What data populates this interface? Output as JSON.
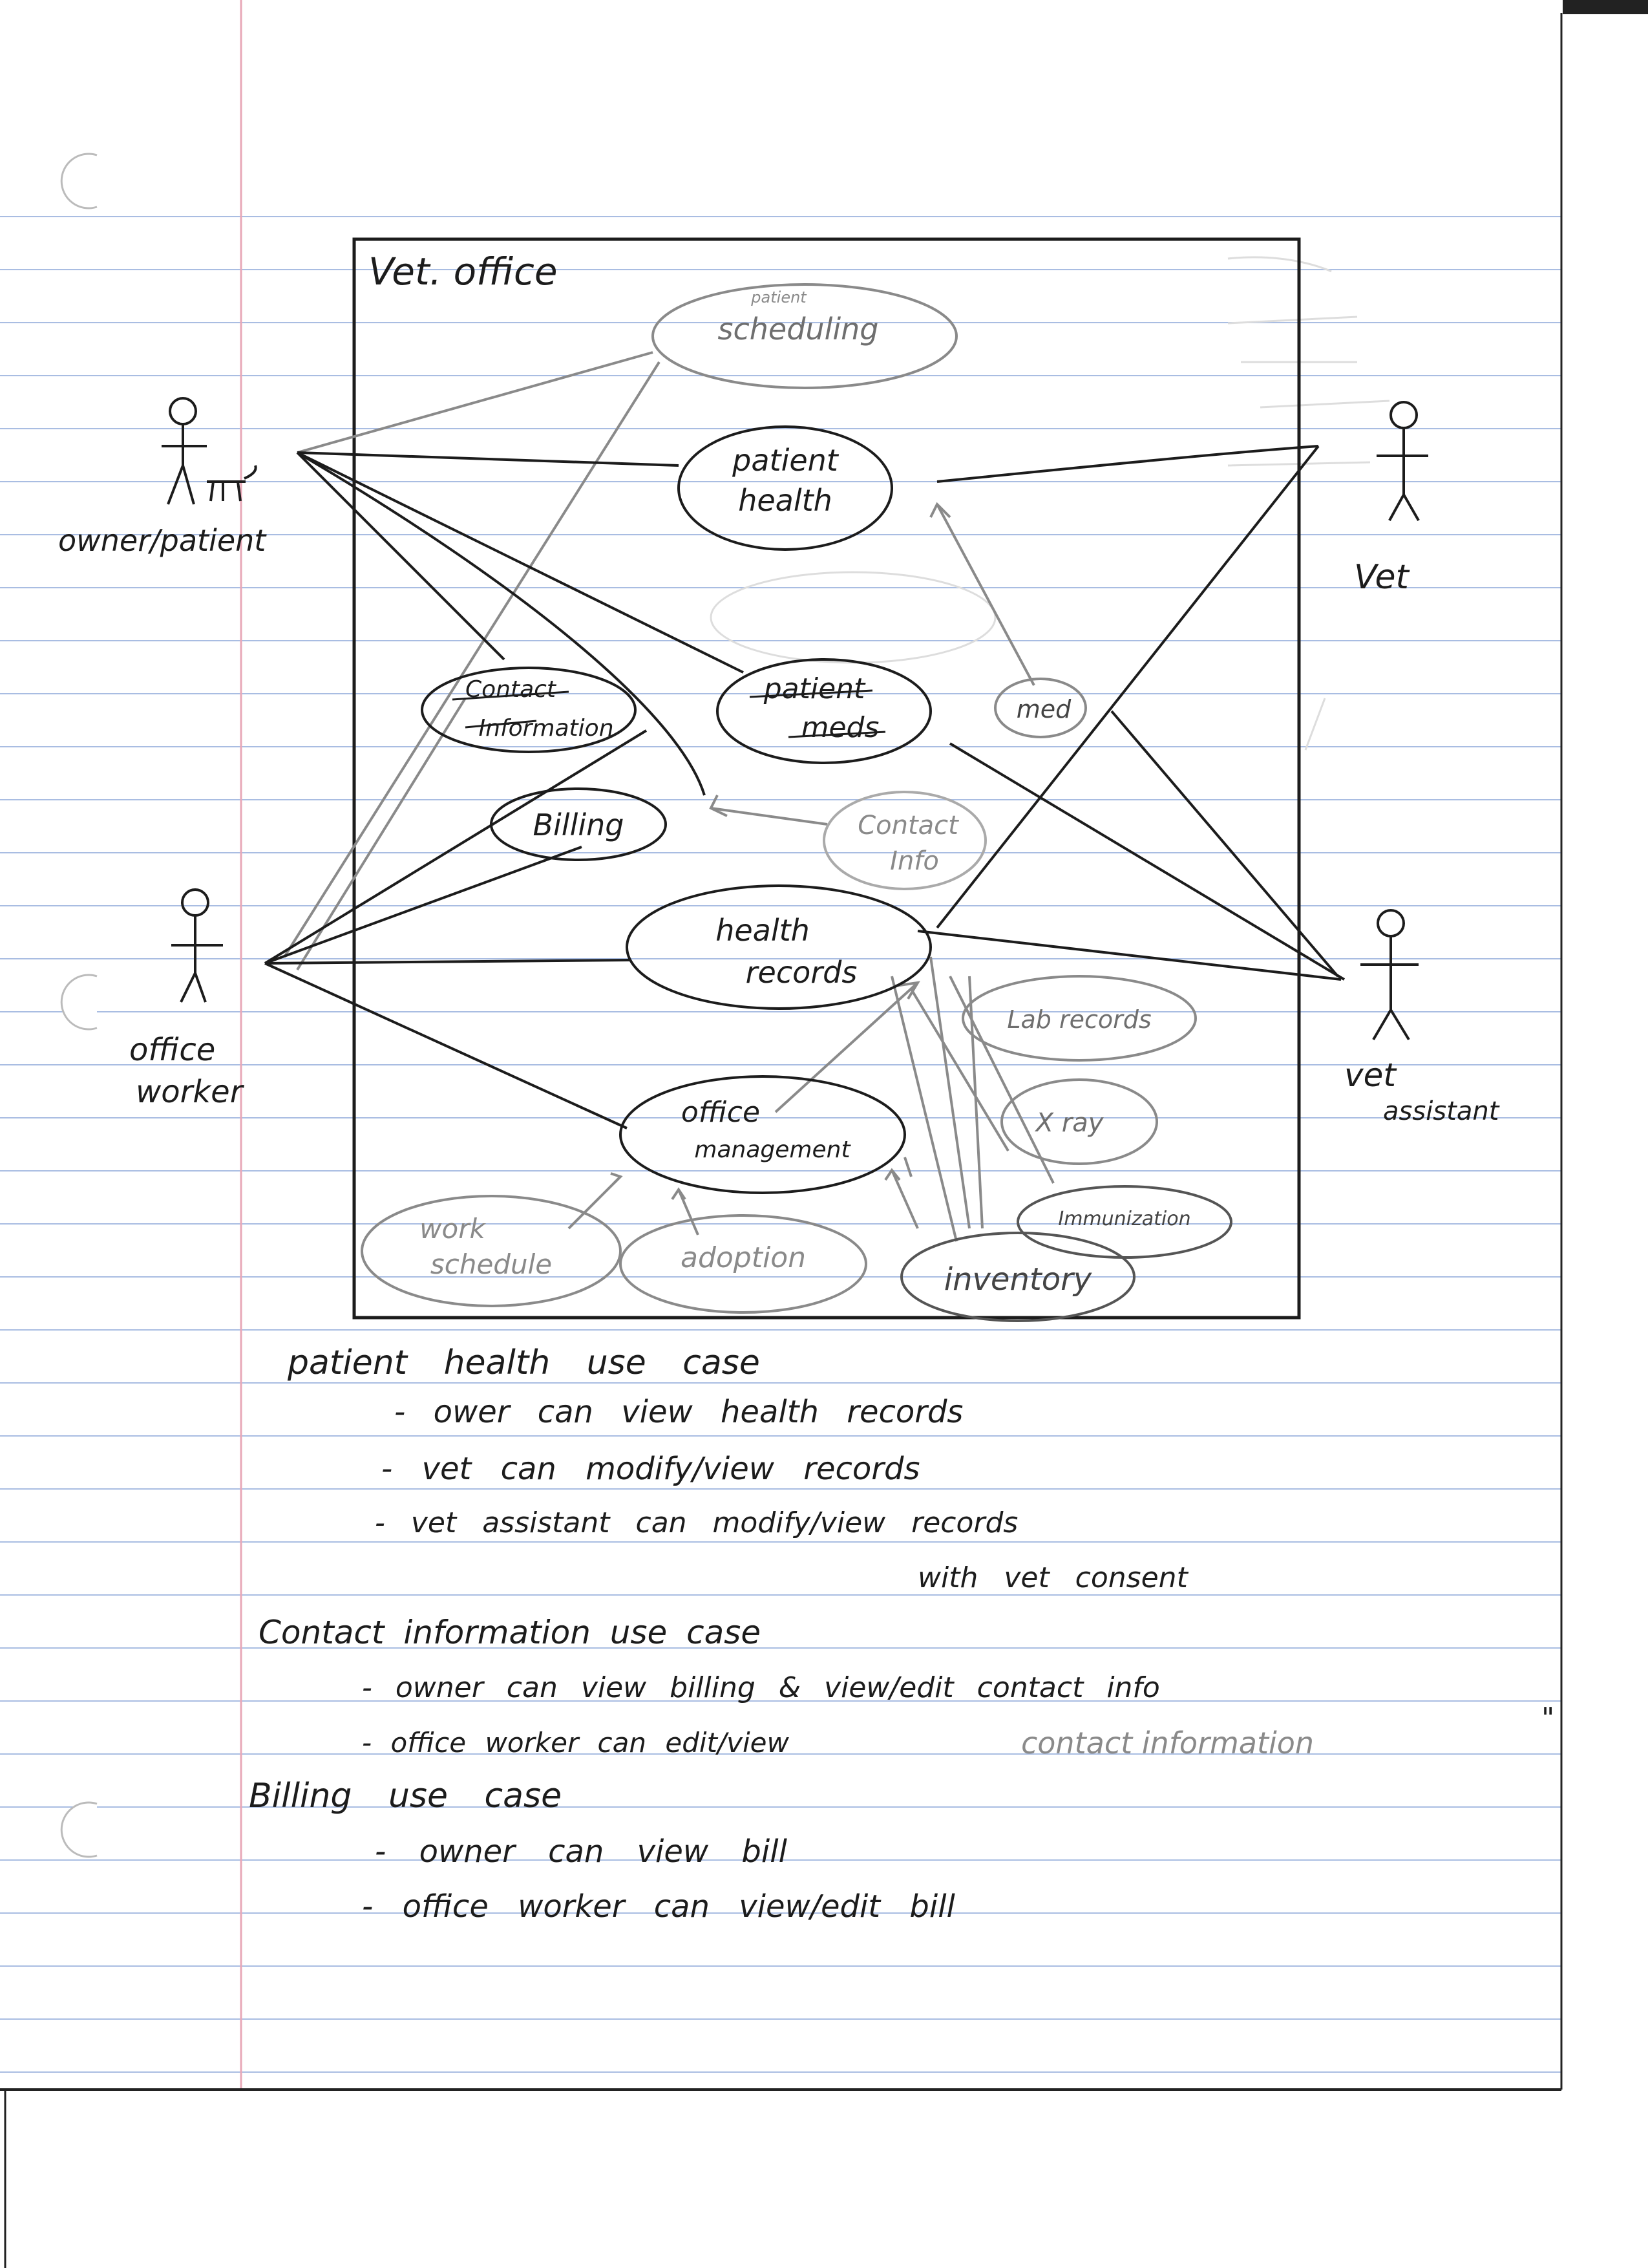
{
  "diagram": {
    "system_label": "Vet. office",
    "actors": [
      {
        "key": "owner",
        "label": "owner/patient"
      },
      {
        "key": "vet",
        "label": "Vet"
      },
      {
        "key": "office",
        "label_line1": "office",
        "label_line2": "worker"
      },
      {
        "key": "assistant",
        "label_line1": "vet",
        "label_line2": "assistant"
      }
    ],
    "use_cases": {
      "scheduling": {
        "top": "patient",
        "label": "scheduling"
      },
      "patient_health": {
        "line1": "patient",
        "line2": "health"
      },
      "contact_information": {
        "line1": "Contact",
        "line2": "Information"
      },
      "patient_meds": {
        "line1": "patient",
        "line2": "meds"
      },
      "med": {
        "label": "med"
      },
      "billing": {
        "label": "Billing"
      },
      "contact_info": {
        "line1": "Contact",
        "line2": "Info"
      },
      "health_records": {
        "line1": "health",
        "line2": "records"
      },
      "lab_records": {
        "label": "Lab records"
      },
      "xray": {
        "label": "X ray"
      },
      "office_management": {
        "line1": "office",
        "line2": "management"
      },
      "immunization": {
        "label": "Immunization"
      },
      "work_schedule": {
        "line1": "work",
        "line2": "schedule"
      },
      "adoption": {
        "label": "adoption"
      },
      "inventory": {
        "label": "inventory"
      }
    }
  },
  "notes": {
    "patient_health": {
      "heading": "patient health use case",
      "items": [
        "- ower can view health records",
        "- vet can modify/view records",
        "- vet assistant can modify/view records",
        "with vet consent"
      ]
    },
    "contact_information": {
      "heading": "Contact information use case",
      "items": [
        "- owner can view billing & view/edit contact info",
        "- office worker can edit/view",
        "contact information",
        "\""
      ]
    },
    "billing": {
      "heading": "Billing use case",
      "items": [
        "- owner can view bill",
        "- office worker can view/edit bill"
      ]
    }
  },
  "colors": {
    "rule_line": "#a9bde2",
    "margin_line": "#e8a8b8",
    "ink": "#1c1c1c",
    "pencil": "#8a8a8a"
  }
}
